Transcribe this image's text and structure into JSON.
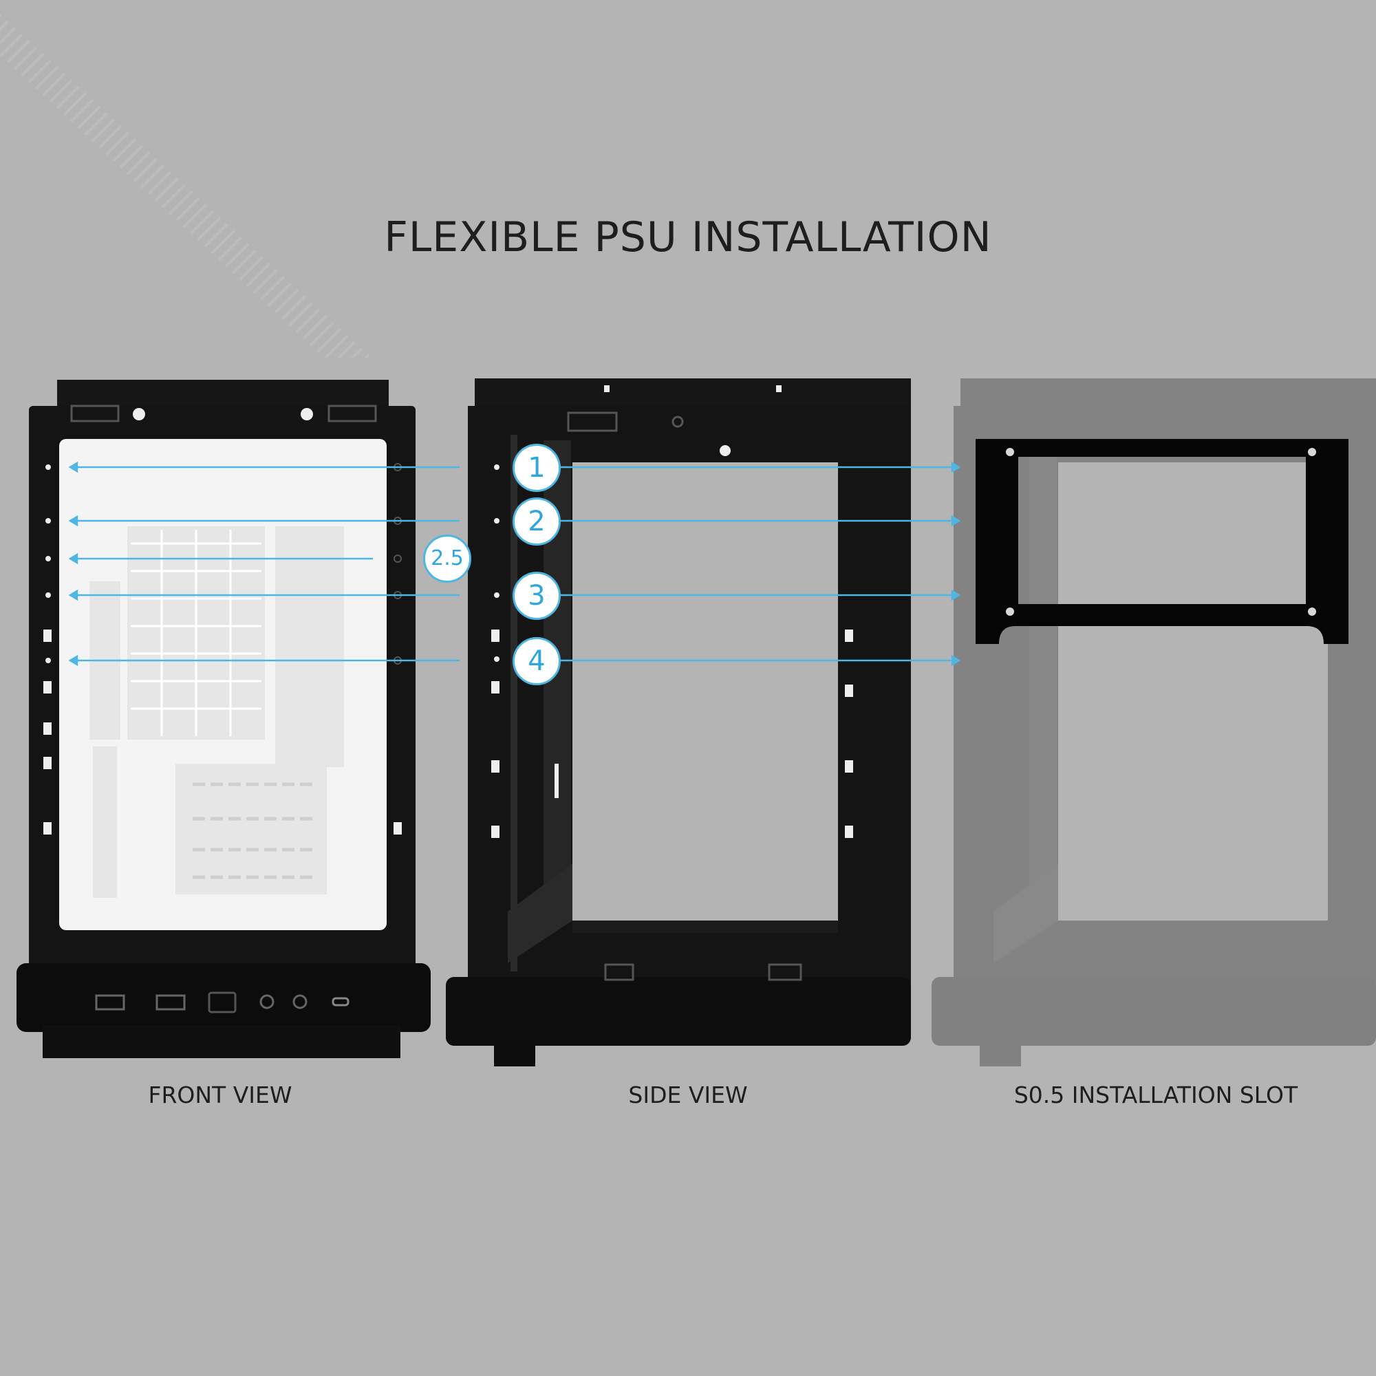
{
  "title": "FLEXIBLE PSU INSTALLATION",
  "captions": {
    "front": "FRONT VIEW",
    "side": "SIDE VIEW",
    "slot": "S0.5 INSTALLATION SLOT"
  },
  "positions": [
    "1",
    "2",
    "2.5",
    "3",
    "4"
  ],
  "colors": {
    "background": "#b4b4b4",
    "chassis": "#141414",
    "accent_line": "#4fb6e4",
    "glass": "#f4f4f4"
  }
}
